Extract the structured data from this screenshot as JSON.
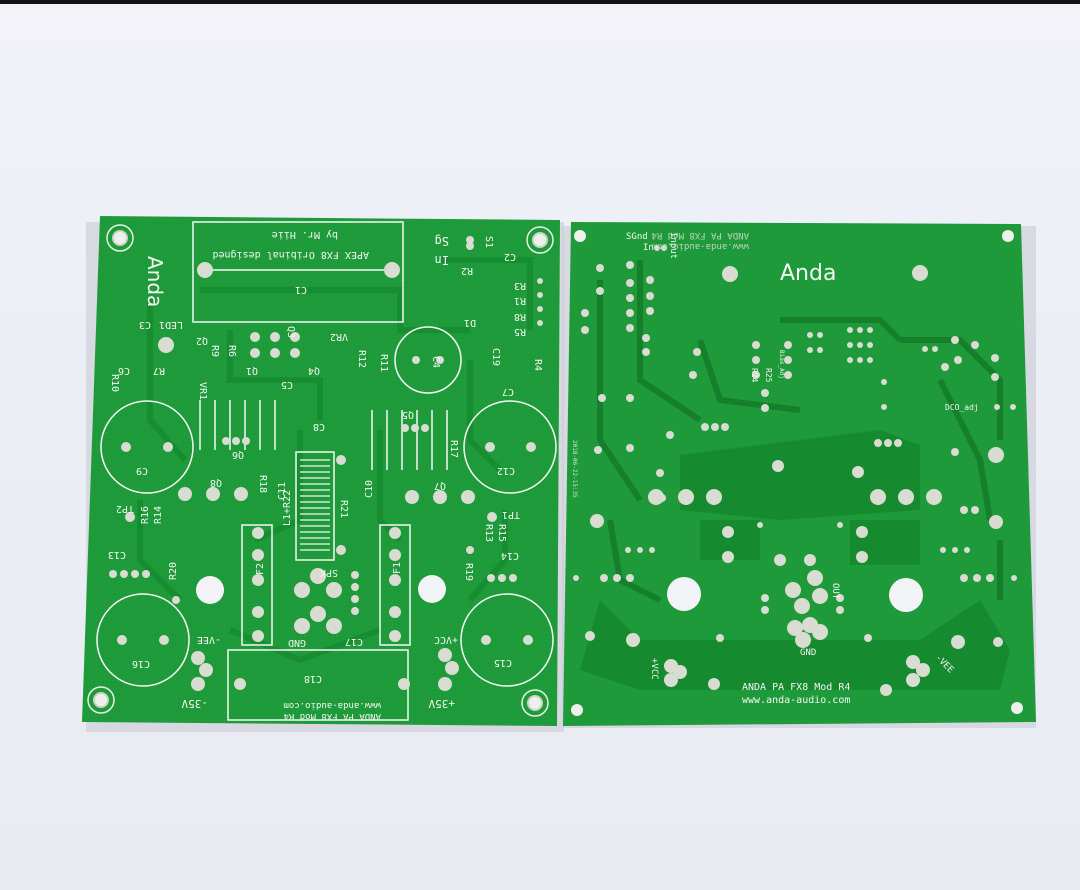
{
  "colors": {
    "background": "#eceef6",
    "pcb_green": "#1f9a3a",
    "pcb_dark": "#17802d",
    "silkscreen": "#f4f7f2",
    "pad": "#d9dcd0"
  },
  "left_board": {
    "logo": "Anda",
    "title_line1": "APEX FX8 Oribinal designed",
    "title_line2": "by Mr. Hiie",
    "labels": [
      "C1",
      "C2",
      "C3",
      "C4",
      "C5",
      "C6",
      "C7",
      "C8",
      "C9",
      "C10",
      "C11",
      "C12",
      "C13",
      "C14",
      "C15",
      "C16",
      "C17",
      "C18",
      "C19",
      "R1",
      "R2",
      "R3",
      "R4",
      "R5",
      "R6",
      "R7",
      "R8",
      "R9",
      "R10",
      "R11",
      "R12",
      "R13",
      "R14",
      "R15",
      "R16",
      "R17",
      "R18",
      "R19",
      "R20",
      "R21",
      "Q1",
      "Q2",
      "Q3",
      "Q4",
      "Q5",
      "Q6",
      "Q7",
      "Q8",
      "D1",
      "VR1",
      "VR2",
      "LED1",
      "TP1",
      "TP2",
      "F1",
      "F2",
      "SPK",
      "GND",
      "L1+R22",
      "-VEE",
      "+VCC",
      "In",
      "Sg",
      "S1"
    ],
    "rail_neg": "-35V",
    "rail_pos": "+35V",
    "bottom_text": "www.anda-audio.com",
    "bottom_text2": "ANDA PA FX8 Mod R4"
  },
  "right_board": {
    "logo": "Anda",
    "top_labels": [
      "SGnd",
      "Input",
      "In+"
    ],
    "top_text": "ANDA PA FX8 Mod R4",
    "top_text2": "www.anda-audio.com",
    "labels": [
      "R24",
      "R25",
      "Bias_Adj",
      "DCO_adj",
      "OUT",
      "GND",
      "+VCC",
      "-VEE"
    ],
    "title": "ANDA PA FX8 Mod R4",
    "url": "www.anda-audio.com",
    "side_code": "2018-06-22-15:35"
  }
}
